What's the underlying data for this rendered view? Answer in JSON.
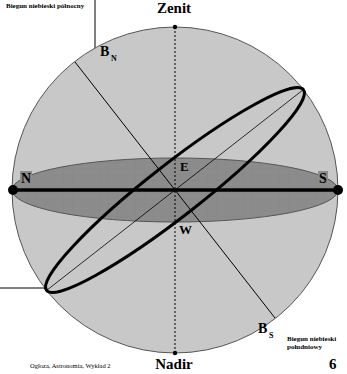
{
  "diagram": {
    "labels": [
      "Zenit",
      "Biegun niebieski północny",
      "B",
      "N",
      "N",
      "E",
      "S",
      "W",
      "B",
      "S",
      "Biegun niebieski południowy",
      "Nadir",
      "Ogłoza, Astronomia, Wykład 2",
      "6"
    ]
  }
}
